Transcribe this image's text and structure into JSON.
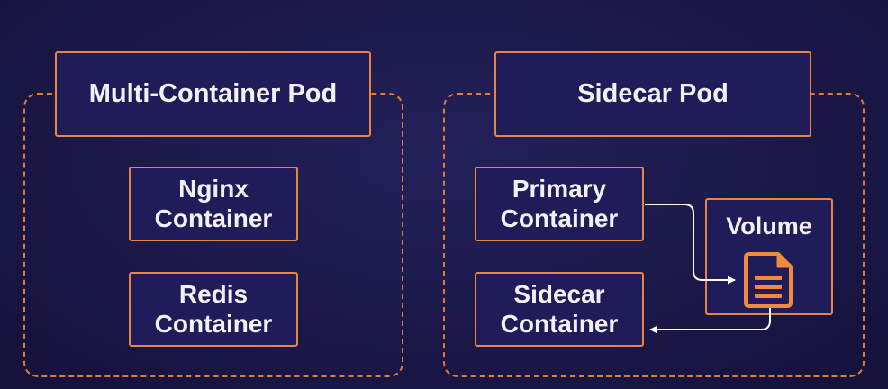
{
  "left_pod": {
    "title": "Multi-Container Pod",
    "containers": [
      {
        "line1": "Nginx",
        "line2": "Container"
      },
      {
        "line1": "Redis",
        "line2": "Container"
      }
    ]
  },
  "right_pod": {
    "title": "Sidecar Pod",
    "primary": {
      "line1": "Primary",
      "line2": "Container"
    },
    "sidecar": {
      "line1": "Sidecar",
      "line2": "Container"
    },
    "volume": "Volume"
  },
  "icons": {
    "volume": "document-icon"
  },
  "colors": {
    "background": "#1b1848",
    "box_fill": "#1f1c59",
    "accent_orange": "#e88444",
    "text": "#f2f2f6",
    "arrow": "#ffffff"
  }
}
